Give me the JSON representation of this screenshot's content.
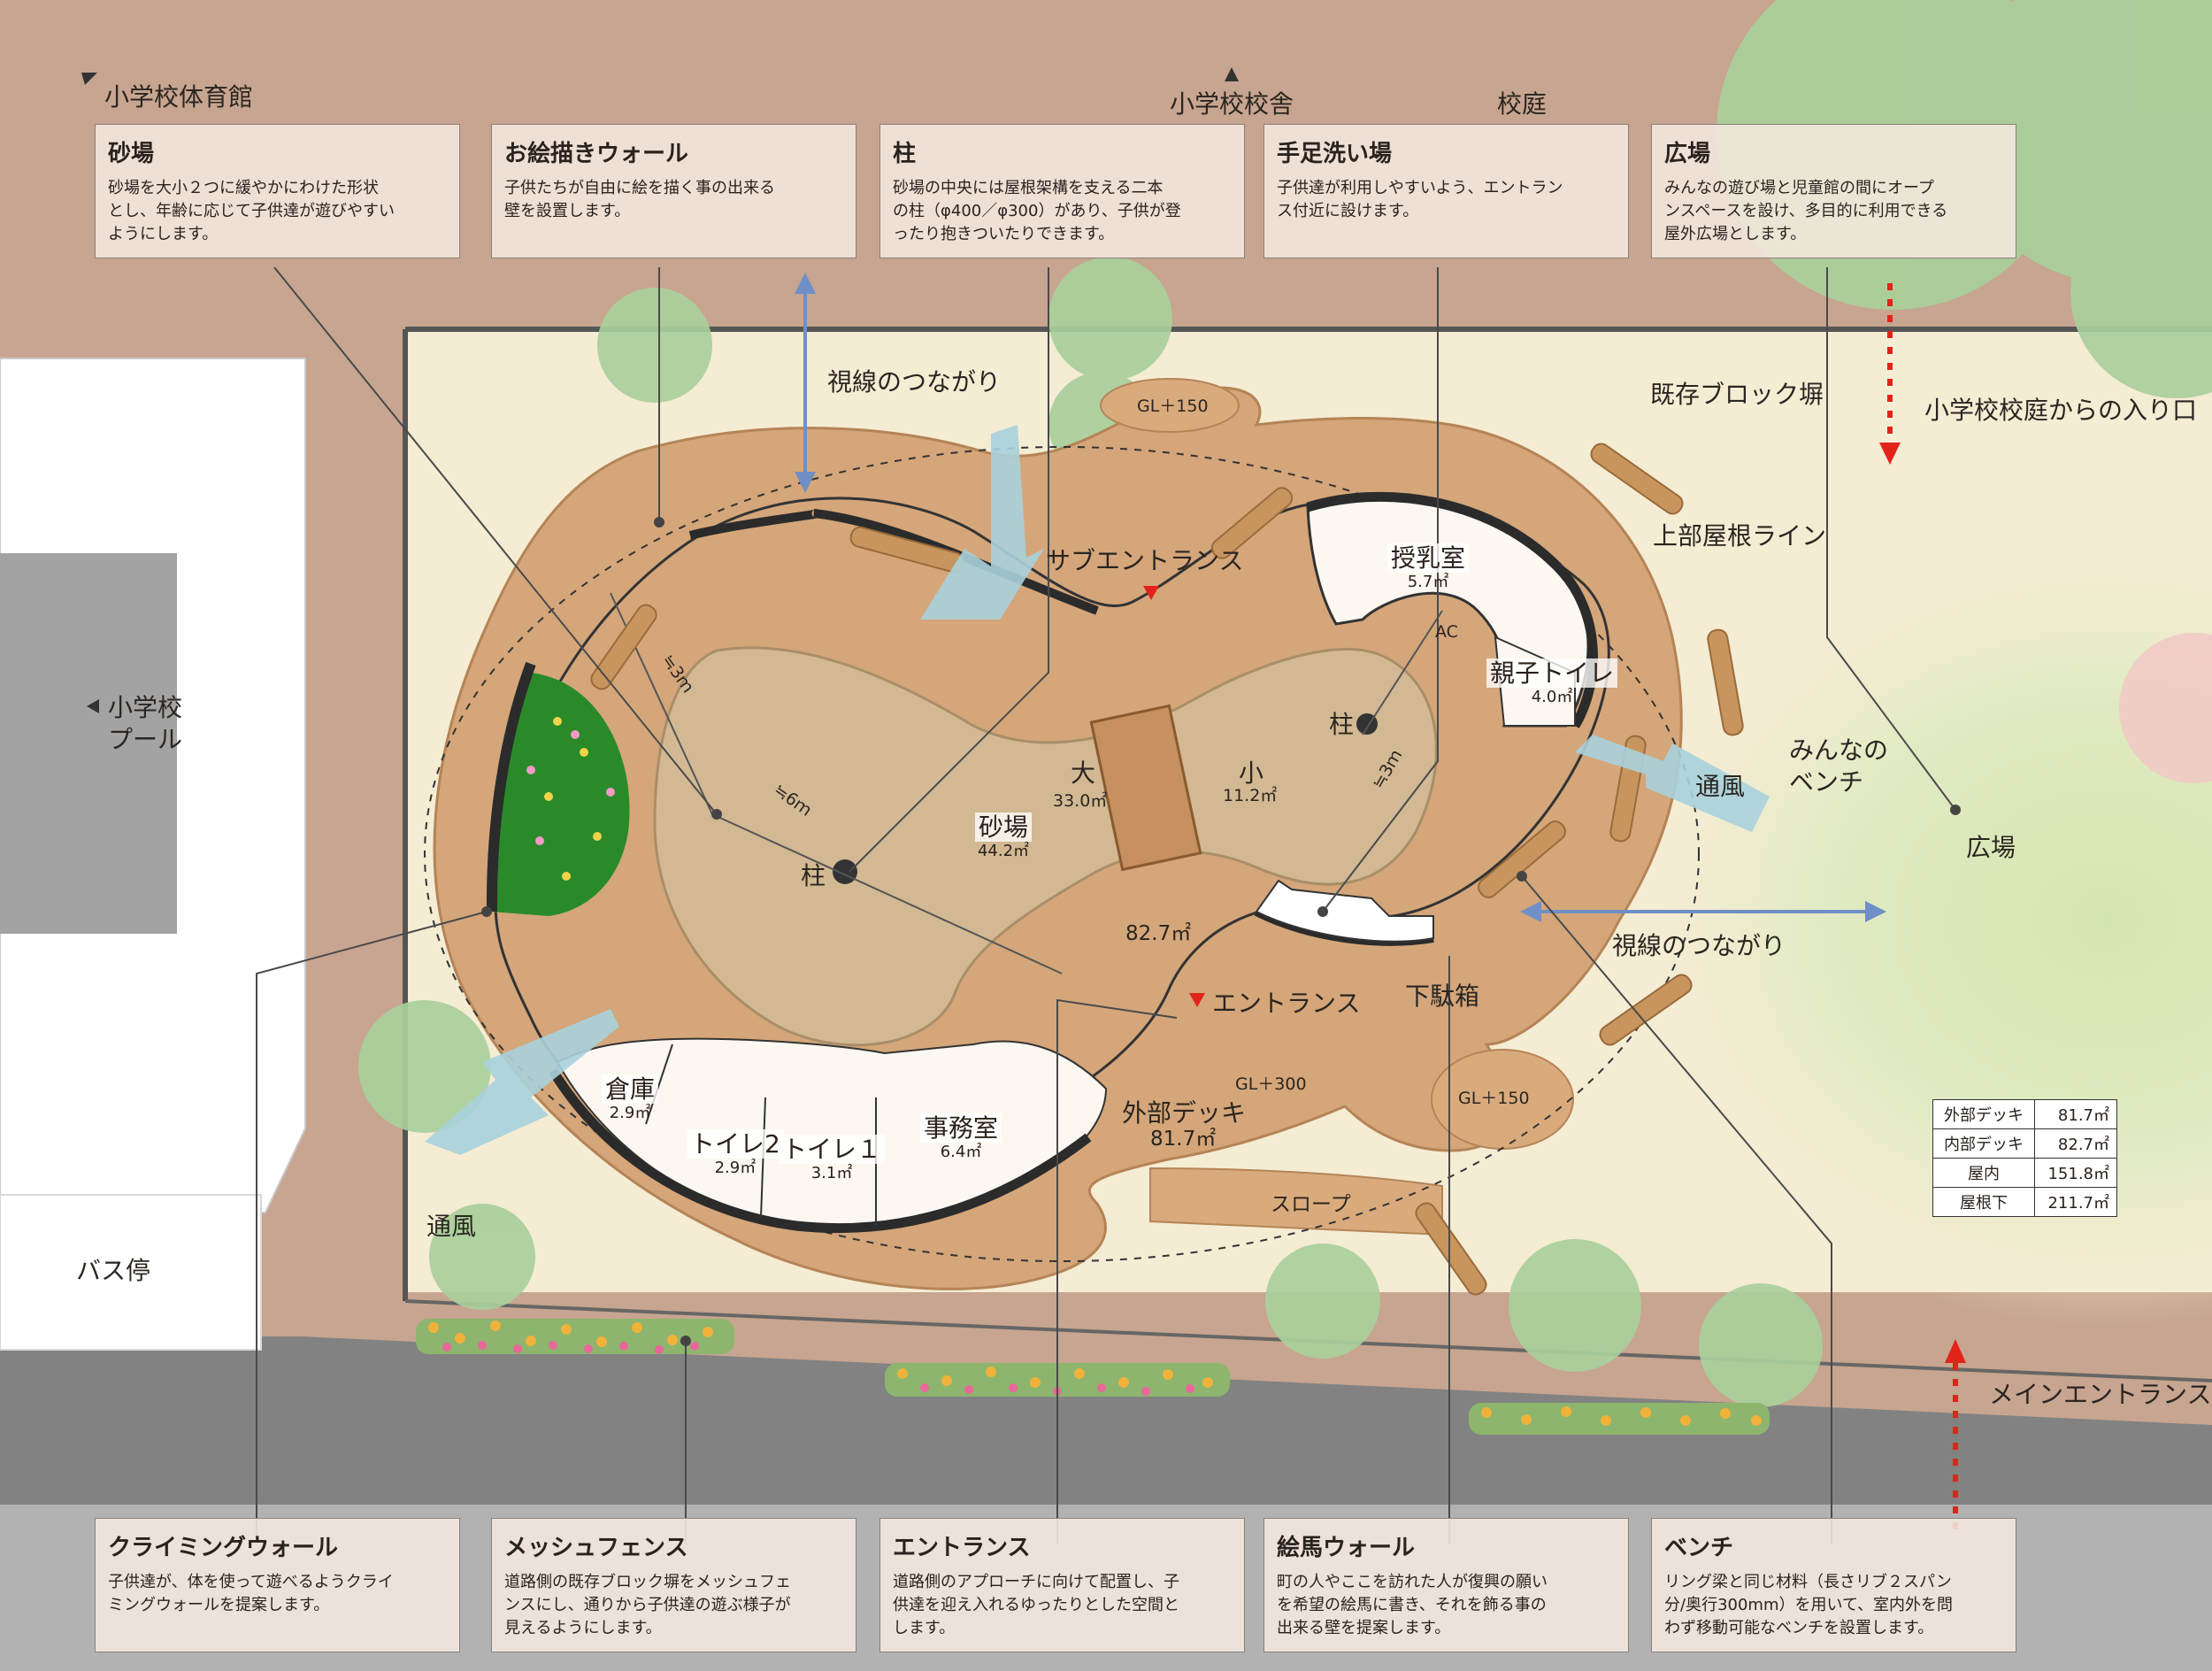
{
  "context_labels": {
    "gym": "小学校体育館",
    "school_building": "小学校校舎",
    "school_yard": "校庭",
    "pool": "小学校\nプール",
    "bus_stop": "バス停",
    "existing_wall": "既存ブロック塀",
    "yard_entrance": "小学校校庭からの入り口",
    "roof_line": "上部屋根ライン",
    "everyone_bench": "みんなの\nベンチ",
    "plaza": "広場",
    "ventilation_right": "通風",
    "ventilation_left": "通風",
    "sightline_top": "視線のつながり",
    "sightline_right": "視線のつながり",
    "main_entrance": "メインエントランス",
    "gl150_top": "GL＋150",
    "gl150_bottom": "GL＋150",
    "gl300": "GL＋300",
    "sub_entrance": "サブエントランス",
    "entrance": "エントランス",
    "shoe_box": "下駄箱",
    "outer_deck": "外部デッキ",
    "outer_deck_area": "81.7㎡",
    "inner_deck_area": "82.7㎡",
    "slope": "スロープ",
    "pillar_main": "柱",
    "pillar_small": "柱",
    "large": "大",
    "large_area": "33.0㎡",
    "small": "小",
    "small_area": "11.2㎡",
    "dim_3m_left": "≒3ｍ",
    "dim_6m": "≒6ｍ",
    "dim_3m_right": "≒3ｍ",
    "ac": "AC"
  },
  "rooms": [
    {
      "name": "砂場",
      "area": "44.2㎡"
    },
    {
      "name": "授乳室",
      "area": "5.7㎡"
    },
    {
      "name": "親子トイレ",
      "area": "4.0㎡"
    },
    {
      "name": "倉庫",
      "area": "2.9㎡"
    },
    {
      "name": "トイレ2",
      "area": "2.9㎡"
    },
    {
      "name": "トイレ１",
      "area": "3.1㎡"
    },
    {
      "name": "事務室",
      "area": "6.4㎡"
    }
  ],
  "top_boxes": [
    {
      "title": "砂場",
      "text": "砂場を大小２つに緩やかにわけた形状\nとし、年齢に応じて子供達が遊びやすい\nようにします。"
    },
    {
      "title": "お絵描きウォール",
      "text": "子供たちが自由に絵を描く事の出来る\n壁を設置します。"
    },
    {
      "title": "柱",
      "text": "砂場の中央には屋根架構を支える二本\nの柱（φ400／φ300）があり、子供が登\nったり抱きついたりできます。"
    },
    {
      "title": "手足洗い場",
      "text": "子供達が利用しやすいよう、エントラン\nス付近に設けます。"
    },
    {
      "title": "広場",
      "text": "みんなの遊び場と児童館の間にオープ\nンスペースを設け、多目的に利用できる\n屋外広場とします。"
    }
  ],
  "bottom_boxes": [
    {
      "title": "クライミングウォール",
      "text": "子供達が、体を使って遊べるようクライ\nミングウォールを提案します。"
    },
    {
      "title": "メッシュフェンス",
      "text": "道路側の既存ブロック塀をメッシュフェ\nンスにし、通りから子供達の遊ぶ様子が\n見えるようにします。"
    },
    {
      "title": "エントランス",
      "text": "道路側のアプローチに向けて配置し、子\n供達を迎え入れるゆったりとした空間と\nします。"
    },
    {
      "title": "絵馬ウォール",
      "text": "町の人やここを訪れた人が復興の願い\nを希望の絵馬に書き、それを飾る事の\n出来る壁を提案します。"
    },
    {
      "title": "ベンチ",
      "text": "リング梁と同じ材料（長さリブ２スパン\n分/奥行300mm）を用いて、室内外を問\nわず移動可能なベンチを設置します。"
    }
  ],
  "area_table": [
    {
      "label": "外部デッキ",
      "value": "81.7㎡"
    },
    {
      "label": "内部デッキ",
      "value": "82.7㎡"
    },
    {
      "label": "屋内",
      "value": "151.8㎡"
    },
    {
      "label": "屋根下",
      "value": "211.7㎡"
    }
  ],
  "colors": {
    "ground": "#c7a590",
    "site": "#f5ecd4",
    "deck": "#d4a67a",
    "sand": "#d2b994",
    "road": "#828282",
    "sidewalk": "#b2b2b2",
    "tree": "#a9cf9b",
    "sightline_arrow": "#6f8fc6",
    "entrance_arrow": "#e2231a"
  }
}
